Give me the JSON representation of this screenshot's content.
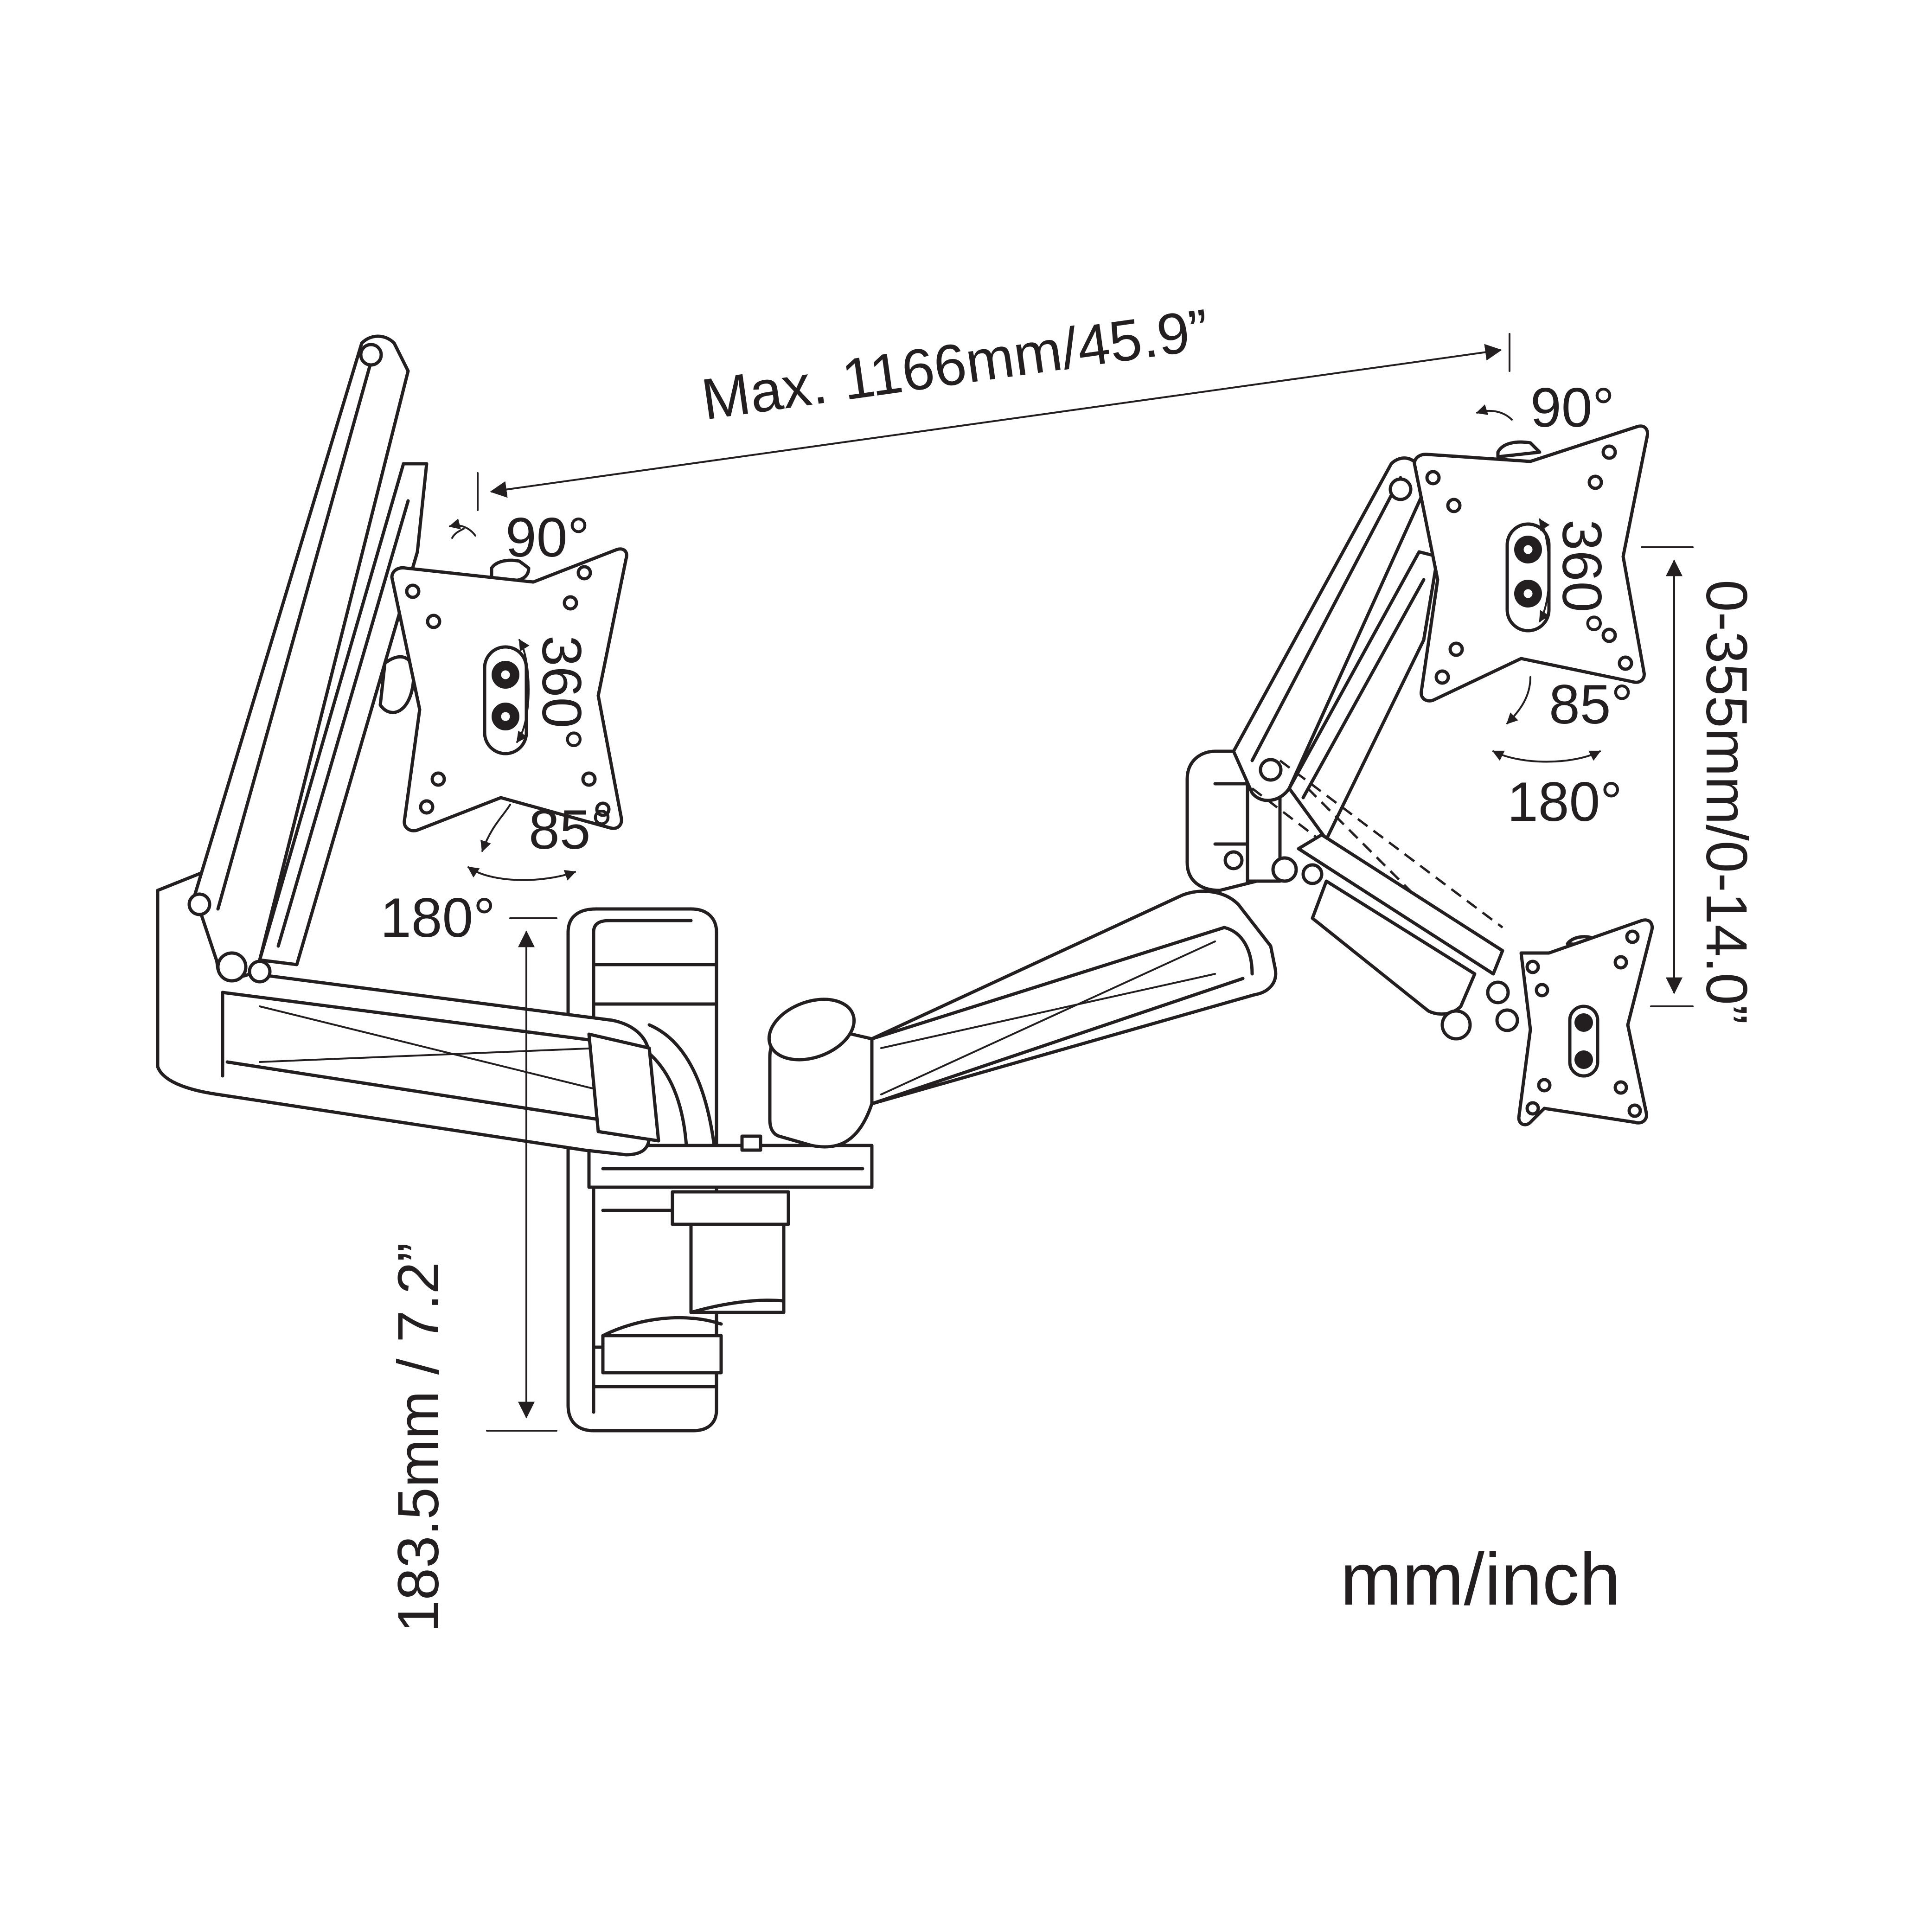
{
  "labels": {
    "width": "Max. 1166mm/45.9”",
    "height_range": "0-355mm/0-14.0”",
    "mount_height": "183.5mm / 7.2”",
    "units": "mm/inch",
    "left_tilt": "90°",
    "left_rotate": "360°",
    "left_tilt_down": "85°",
    "left_swivel": "180°",
    "right_tilt": "90°",
    "right_rotate": "360°",
    "right_tilt_down": "85°",
    "right_swivel": "180°"
  },
  "icons": {
    "vesa_plate": "vesa-plate-icon",
    "gas_spring_arm": "gas-spring-arm-icon",
    "wall_bracket": "wall-bracket-icon",
    "rotation_arrow": "rotation-arrow-icon"
  },
  "colors": {
    "line": "#231f20",
    "background": "#ffffff"
  }
}
